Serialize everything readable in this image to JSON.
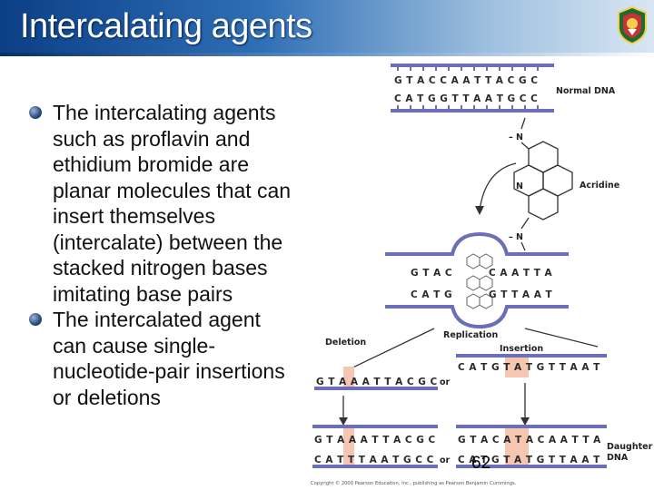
{
  "slide": {
    "title": "Intercalating agents",
    "page_number": "62",
    "bullets": [
      {
        "lines": [
          "The intercalating agents",
          "such as proflavin and",
          "ethidium bromide are",
          "planar molecules that can",
          "insert themselves",
          "(intercalate) between the",
          "stacked nitrogen bases",
          "imitating base pairs"
        ]
      },
      {
        "lines": [
          "The intercalated agent",
          "can cause single-",
          "nucleotide-pair insertions",
          "or deletions"
        ]
      }
    ]
  },
  "diagram": {
    "normal_top": "G T A C C A A T T A C G C",
    "normal_bottom": "C A T G G T T A A T G C C",
    "normal_label": "Normal DNA",
    "acridine_label": "Acridine",
    "atom_n1": "N",
    "atom_n2": "N",
    "atom_n3": "N",
    "dash1": "–",
    "dash2": "–",
    "int_top_left": "G T A C",
    "int_top_right": "C A A T T A",
    "int_bottom_left": "C A T G",
    "int_bottom_right": "G T T A A T",
    "replication_label": "Replication",
    "deletion_label": "Deletion",
    "insertion_label": "Insertion",
    "del_strand": "G T A A A T T A C G C",
    "ins_strand": "C A T G T A T G T T A A T",
    "or1": "or",
    "or2": "or",
    "daughter_del_top": "G T A A A T T A C G C",
    "daughter_del_bottom": "C A T T T A A T G C C",
    "daughter_ins_top": "G T A C A T A C A A T T A",
    "daughter_ins_bottom": "C A T G T A T G T T A A T",
    "daughter_label_1": "Daughter",
    "daughter_label_2": "DNA",
    "copyright": "Copyright © 2000 Pearson Education, Inc., publishing as Pearson Benjamin Cummings."
  },
  "colors": {
    "header_dark": "#0b3f86",
    "strand": "#6b6fb8",
    "highlight": "#f5c6b0"
  }
}
